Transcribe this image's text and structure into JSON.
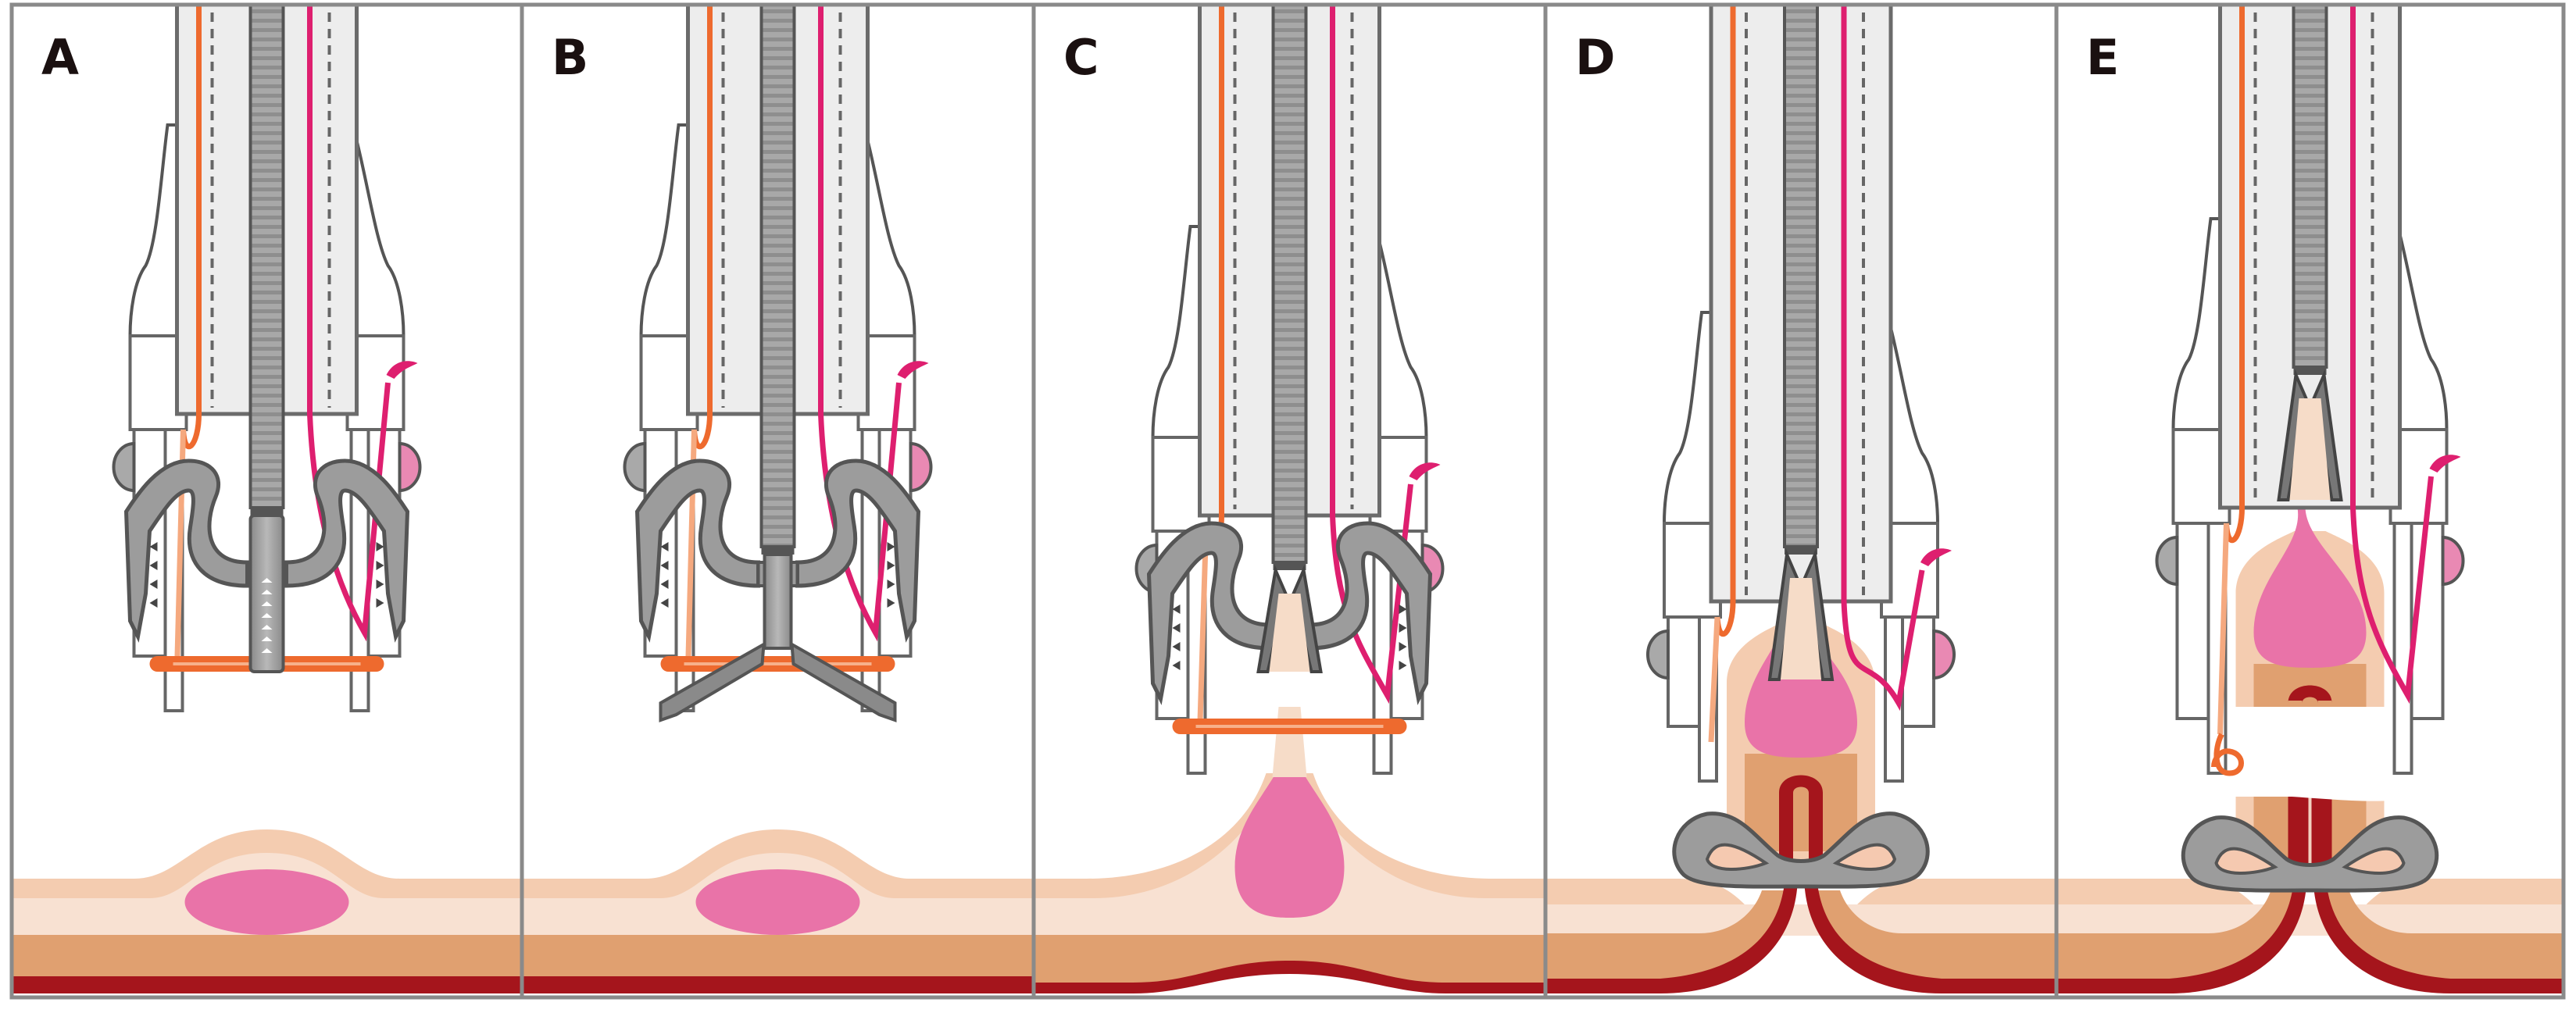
{
  "figure": {
    "type": "procedure-sequence-diagram",
    "subject": "endoscopic full-thickness resection device, stepwise",
    "panel_count": 5
  },
  "colors": {
    "frame": "#8a8a8a",
    "scope_fill": "#ededed",
    "scope_outline": "#6b6b6b",
    "channel_rod": "#9a9a9a",
    "orange_thread": "#ee6a2e",
    "orange_thread_light": "#f5a97f",
    "magenta_thread": "#de1f6f",
    "clip_metal": "#9c9c9c",
    "clip_outline": "#555555",
    "mucosa": "#f4ccb0",
    "submucosa": "#f8e1d2",
    "muscularis": "#e0a070",
    "serosa": "#a5151c",
    "lesion": "#e973a8",
    "label_text": "#1a1010"
  },
  "panels": [
    {
      "label": "A",
      "stage": "approach",
      "instrument": "grasping-forceps-closed",
      "tissue": "flat-with-lesion"
    },
    {
      "label": "B",
      "stage": "grasp",
      "instrument": "anchor-tri-prong-open",
      "tissue": "flat-with-lesion"
    },
    {
      "label": "C",
      "stage": "retract",
      "instrument": "forceps-pulling-tissue",
      "tissue": "tented-lesion"
    },
    {
      "label": "D",
      "stage": "clip-deploy",
      "instrument": "clip-released-on-base",
      "tissue": "full-thickness-in-cap"
    },
    {
      "label": "E",
      "stage": "snare-resect",
      "instrument": "snare-cut",
      "tissue": "resected-specimen"
    }
  ]
}
